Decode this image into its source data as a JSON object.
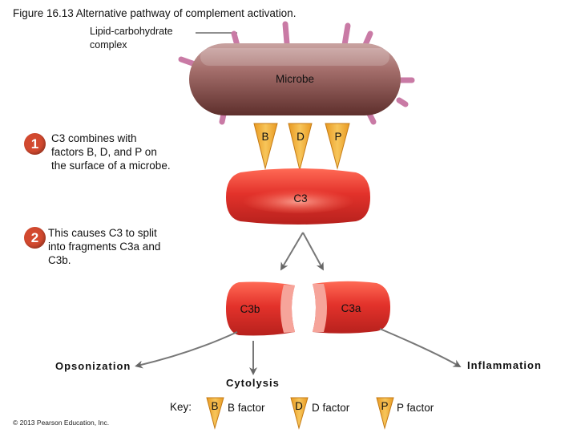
{
  "title": "Figure 16.13 Alternative pathway of complement activation.",
  "lipid_label": "Lipid-carbohydrate complex",
  "microbe_label": "Microbe",
  "factor_letters": {
    "b": "B",
    "d": "D",
    "p": "P"
  },
  "c3_label": "C3",
  "c3b_label": "C3b",
  "c3a_label": "C3a",
  "steps": [
    {
      "number": "1",
      "text": "C3 combines with factors B, D, and P on the surface of a microbe."
    },
    {
      "number": "2",
      "text": "This causes C3 to split into fragments C3a and C3b."
    }
  ],
  "outcomes": {
    "left": "Opsonization",
    "center": "Cytolysis",
    "right": "Inflammation"
  },
  "key": {
    "label": "Key:",
    "items": [
      {
        "letter": "B",
        "text": "B factor"
      },
      {
        "letter": "D",
        "text": "D factor"
      },
      {
        "letter": "P",
        "text": "P factor"
      }
    ]
  },
  "copyright": "© 2013 Pearson Education, Inc.",
  "colors": {
    "microbe": "#a0706e",
    "c3": "#e0302a",
    "factor": "#f2b13a",
    "stalk": "#c97aa5",
    "step_circle": "#d2492f",
    "arrow": "#666666"
  }
}
